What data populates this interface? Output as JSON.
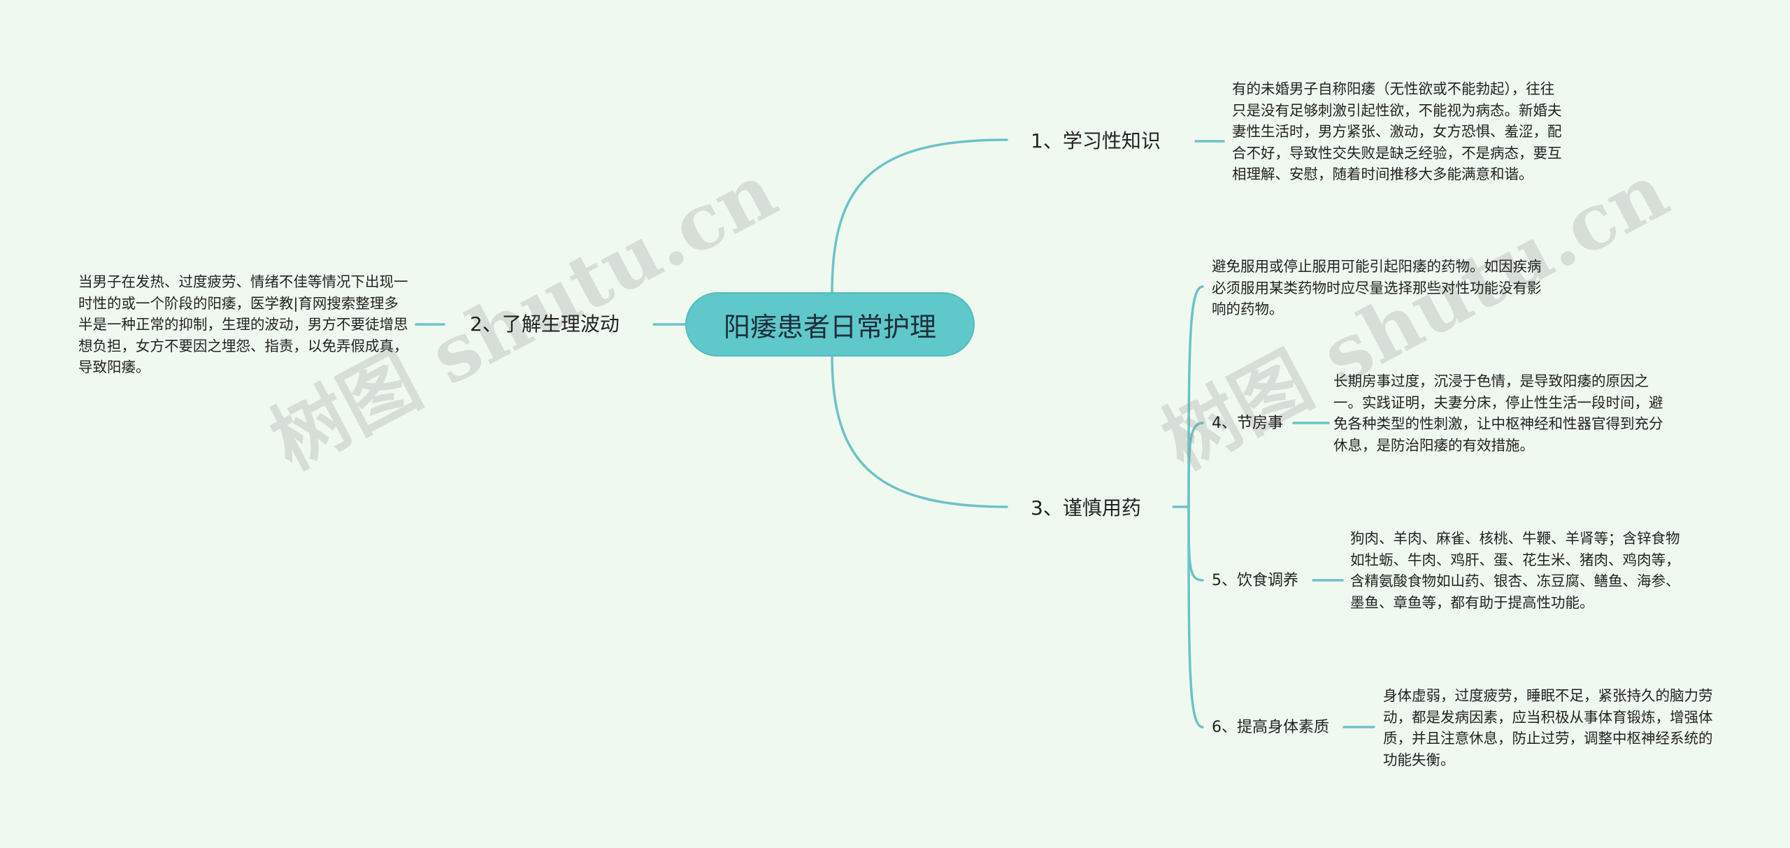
{
  "root": {
    "title": "阳痿患者日常护理"
  },
  "branches": {
    "b1": {
      "label": "1、学习性知识",
      "note": "有的未婚男子自称阳痿（无性欲或不能勃起），往往只是没有足够刺激引起性欲，不能视为病态。新婚夫妻性生活时，男方紧张、激动，女方恐惧、羞涩，配合不好，导致性交失败是缺乏经验，不是病态，要互相理解、安慰，随着时间推移大多能满意和谐。"
    },
    "b2": {
      "label": "2、了解生理波动",
      "note": "当男子在发热、过度疲劳、情绪不佳等情况下出现一时性的或一个阶段的阳痿，医学教|育网搜索整理多半是一种正常的抑制，生理的波动，男方不要徒增思想负担，女方不要因之埋怨、指责，以免弄假成真，导致阳痿。"
    },
    "b3": {
      "label": "3、谨慎用药",
      "note": "避免服用或停止服用可能引起阳痿的药物。如因疾病必须服用某类药物时应尽量选择那些对性功能没有影响的药物。",
      "children": [
        {
          "label": "4、节房事",
          "note": "长期房事过度，沉浸于色情，是导致阳痿的原因之一。实践证明，夫妻分床，停止性生活一段时间，避免各种类型的性刺激，让中枢神经和性器官得到充分休息，是防治阳痿的有效措施。"
        },
        {
          "label": "5、饮食调养",
          "note": "狗肉、羊肉、麻雀、核桃、牛鞭、羊肾等；含锌食物如牡蛎、牛肉、鸡肝、蛋、花生米、猪肉、鸡肉等，含精氨酸食物如山药、银杏、冻豆腐、鳝鱼、海参、墨鱼、章鱼等，都有助于提高性功能。"
        },
        {
          "label": "6、提高身体素质",
          "note": "身体虚弱，过度疲劳，睡眠不足，紧张持久的脑力劳动，都是发病因素，应当积极从事体育锻炼，增强体质，并且注意休息，防止过劳，调整中枢神经系统的功能失衡。"
        }
      ]
    }
  },
  "watermark": {
    "text": "树图 shutu.cn"
  },
  "colors": {
    "line": "#6cc3c7",
    "root_fill": "#5ec8ca",
    "background": "#f0f9f0"
  }
}
